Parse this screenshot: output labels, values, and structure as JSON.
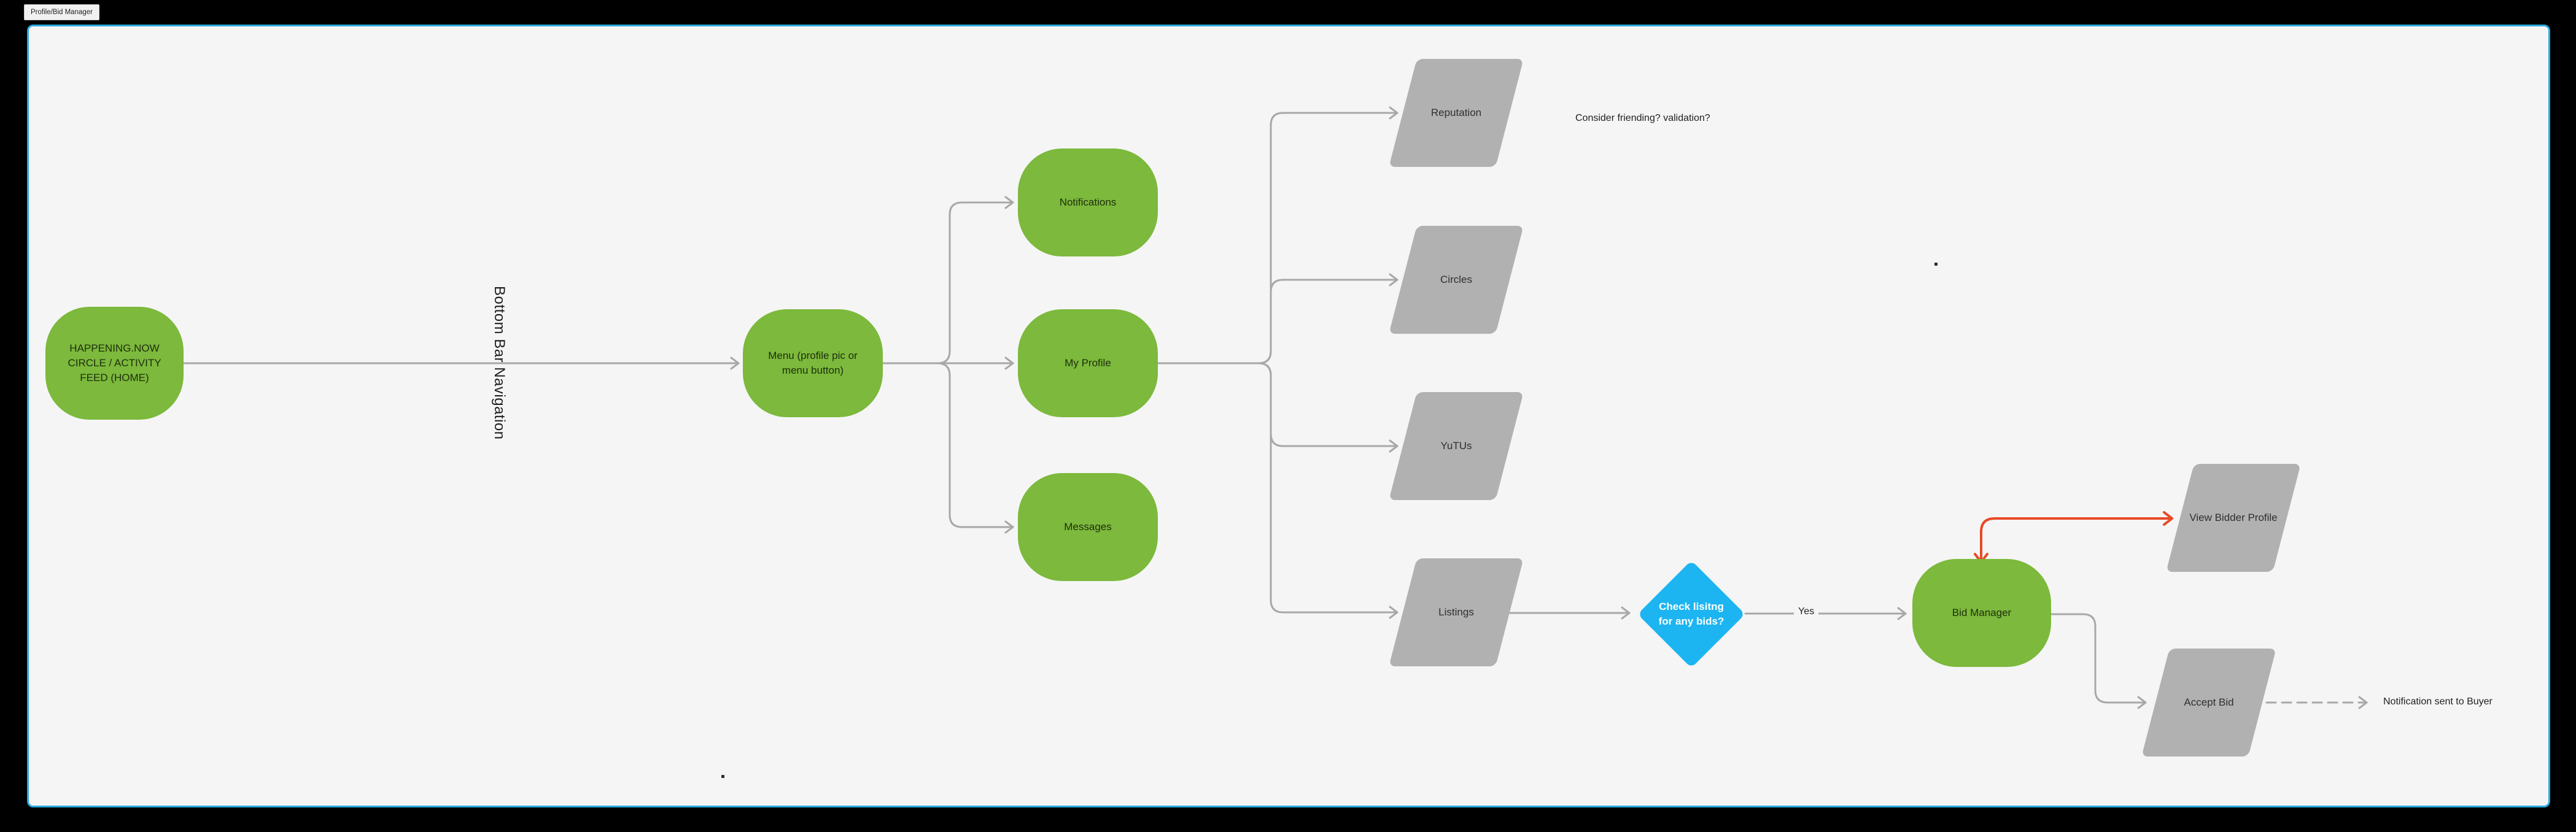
{
  "window": {
    "tab_title": "Profile/Bid Manager"
  },
  "canvas": {
    "background": "#F5F5F5",
    "border_color": "#2AA9DF",
    "outer_background": "#000000"
  },
  "colors": {
    "process_node_fill": "#7CB93C",
    "process_node_text": "#1D2E0C",
    "data_node_fill": "#B1B1B1",
    "data_node_text": "#2F2F2F",
    "decision_node_fill": "#1CB5F1",
    "decision_node_text": "#FFFFFF",
    "connector": "#A8A8A8",
    "highlight_connector": "#E84A27",
    "annotation_text": "#1F1F1F"
  },
  "nodes": {
    "happening": {
      "label": "HAPPENING.NOW CIRCLE / ACTIVITY FEED (HOME)",
      "type": "process"
    },
    "menu": {
      "label": "Menu (profile pic or menu button)",
      "type": "process"
    },
    "notifications": {
      "label": "Notifications",
      "type": "process"
    },
    "my_profile": {
      "label": "My Profile",
      "type": "process"
    },
    "messages": {
      "label": "Messages",
      "type": "process"
    },
    "reputation": {
      "label": "Reputation",
      "type": "data"
    },
    "circles": {
      "label": "Circles",
      "type": "data"
    },
    "yutus": {
      "label": "YuTUs",
      "type": "data"
    },
    "listings": {
      "label": "Listings",
      "type": "data"
    },
    "check_bids": {
      "label": "Check lisitng for any bids?",
      "type": "decision"
    },
    "bid_manager": {
      "label": "Bid Manager",
      "type": "process"
    },
    "view_bidder_profile": {
      "label": "View Bidder Profile",
      "type": "data"
    },
    "accept_bid": {
      "label": "Accept Bid",
      "type": "data"
    }
  },
  "annotations": {
    "bottom_bar": "Bottom Bar Navigation",
    "consider_friending": "Consider friending? validation?",
    "yes_label": "Yes",
    "notification_sent": "Notification sent to Buyer"
  }
}
